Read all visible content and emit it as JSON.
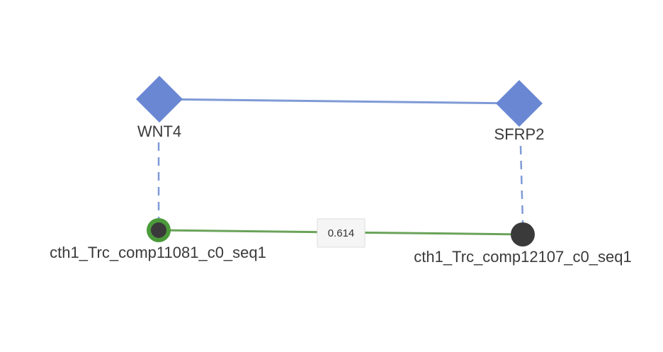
{
  "colors": {
    "background": "#ffffff",
    "gene_node": "#6a87d3",
    "gene_edge": "#7f9ad6",
    "link_edge": "#7f9ad6",
    "transcript_node": "#3a3a3a",
    "highlight_ring": "#4a9a3a",
    "correlation_edge": "#6aa35a",
    "edge_label_bg": "#f5f5f5",
    "edge_label_border": "#dddddd",
    "label_text": "#3a3a3a"
  },
  "nodes": {
    "wnt4": {
      "label": "WNT4",
      "kind": "gene"
    },
    "sfrp2": {
      "label": "SFRP2",
      "kind": "gene"
    },
    "transcript_a": {
      "label": "cth1_Trc_comp11081_c0_seq1",
      "kind": "transcript",
      "highlighted": true
    },
    "transcript_b": {
      "label": "cth1_Trc_comp12107_c0_seq1",
      "kind": "transcript",
      "highlighted": false
    }
  },
  "edges": {
    "gene_gene": {
      "from": "WNT4",
      "to": "SFRP2",
      "style": "solid"
    },
    "wnt4_link": {
      "from": "WNT4",
      "to": "cth1_Trc_comp11081_c0_seq1",
      "style": "dashed"
    },
    "sfrp2_link": {
      "from": "SFRP2",
      "to": "cth1_Trc_comp12107_c0_seq1",
      "style": "dashed"
    },
    "correlation": {
      "from": "cth1_Trc_comp11081_c0_seq1",
      "to": "cth1_Trc_comp12107_c0_seq1",
      "style": "solid",
      "weight_label": "0.614"
    }
  }
}
